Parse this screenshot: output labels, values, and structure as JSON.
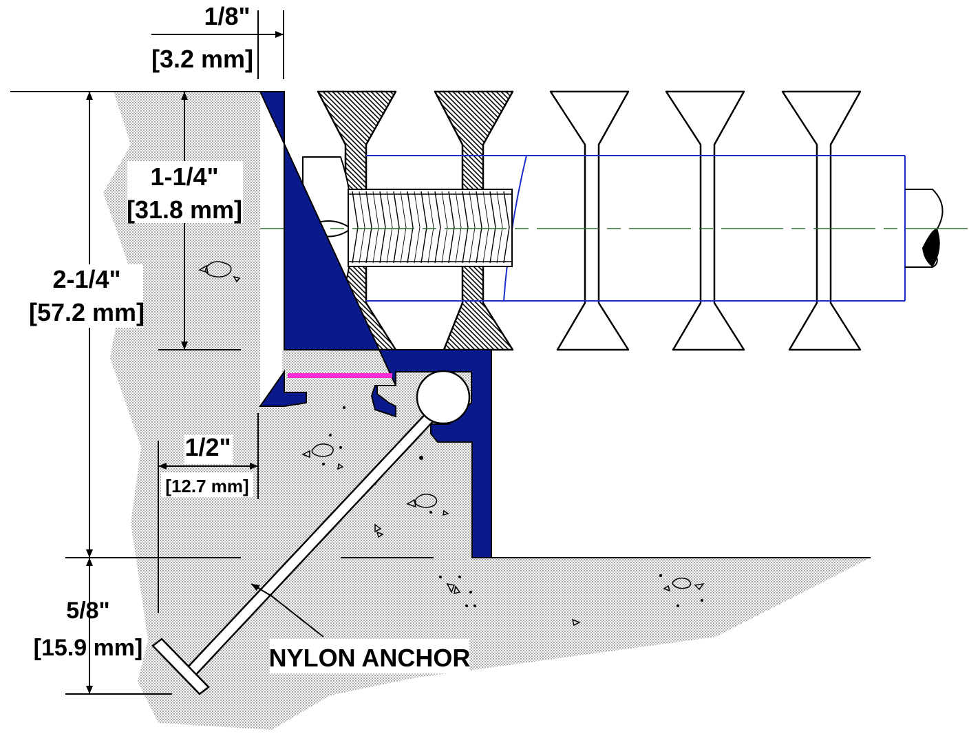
{
  "dimensions": {
    "gap": {
      "frac": "1/8\"",
      "metric": "[3.2 mm]"
    },
    "upper_depth": {
      "frac": "1-1/4\"",
      "metric": "[31.8 mm]"
    },
    "overall_height": {
      "frac": "2-1/4\"",
      "metric": "[57.2 mm]"
    },
    "leg_offset": {
      "frac": "1/2\"",
      "metric": "[12.7 mm]"
    },
    "anchor_depth": {
      "frac": "5/8\"",
      "metric": "[15.9 mm]"
    }
  },
  "callouts": {
    "anchor": "NYLON ANCHOR"
  },
  "colors": {
    "frame": "#0a1a8c",
    "rod_outline": "#1a2ccc",
    "centerline": "#2f6b2f",
    "pad": "#ff2bd6"
  }
}
